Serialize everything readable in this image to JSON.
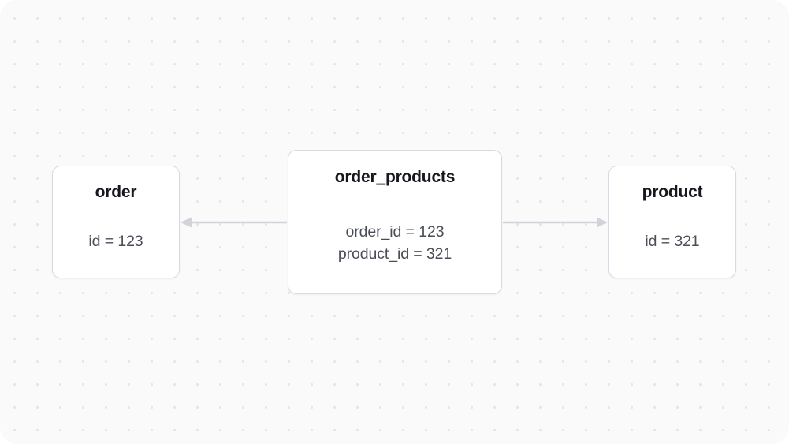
{
  "diagram": {
    "type": "entity-relationship",
    "background": {
      "style": "dot-grid",
      "canvas_color": "#fafafa",
      "dot_color": "#e6e6e6",
      "dot_spacing": 29
    },
    "nodes": [
      {
        "id": "order",
        "title": "order",
        "fields": [
          "id = 123"
        ]
      },
      {
        "id": "order_products",
        "title": "order_products",
        "fields": [
          "order_id = 123",
          "product_id = 321"
        ]
      },
      {
        "id": "product",
        "title": "product",
        "fields": [
          "id = 321"
        ]
      }
    ],
    "edges": [
      {
        "id": "edge-order-products-to-order",
        "from": "order_products",
        "to": "order",
        "direction": "left",
        "color": "#d2d3d8"
      },
      {
        "id": "edge-order-products-to-product",
        "from": "order_products",
        "to": "product",
        "direction": "right",
        "color": "#d2d3d8"
      }
    ],
    "colors": {
      "node_fill": "#ffffff",
      "node_border": "#d9dadf",
      "title_text": "#16181d",
      "field_text": "#4b4e57",
      "edge": "#d2d3d8"
    }
  }
}
